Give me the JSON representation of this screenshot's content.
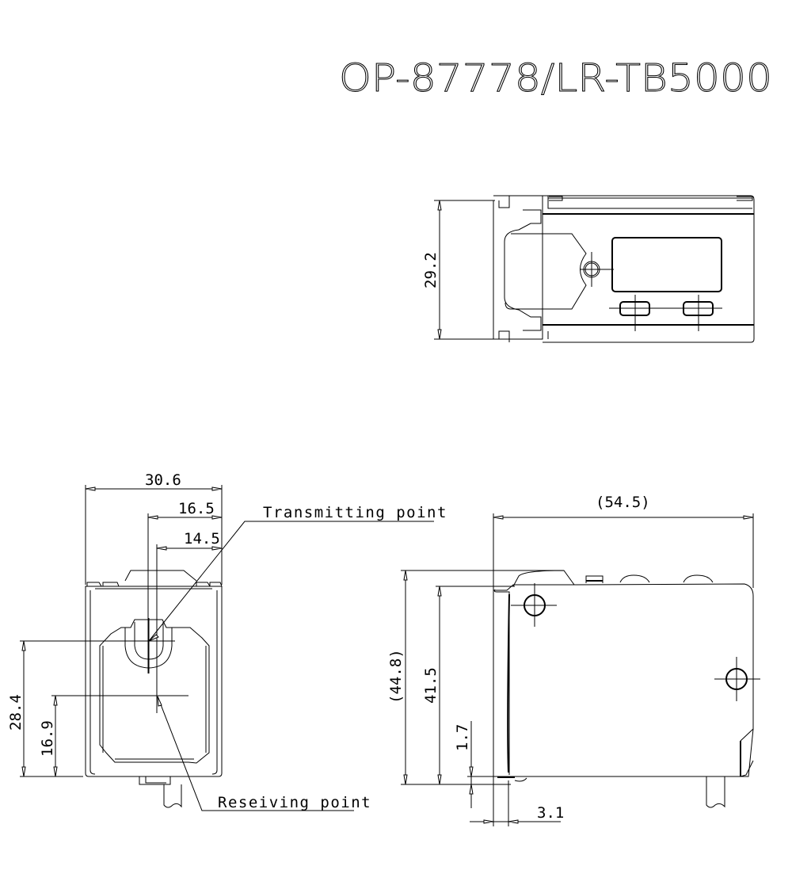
{
  "title": "OP-87778/LR-TB5000",
  "top_view": {
    "height_dim": "29.2"
  },
  "front_view": {
    "width_dim": "30.6",
    "transmit_offset_dim": "16.5",
    "receive_offset_dim": "14.5",
    "transmit_height_dim": "28.4",
    "receive_height_dim": "16.9",
    "transmitting_label": "Transmitting point",
    "receiving_label": "Reseiving point"
  },
  "side_view": {
    "length_dim": "(54.5)",
    "overall_height_dim": "(44.8)",
    "body_height_dim": "41.5",
    "base_offset_dim": "1.7",
    "plate_thickness_dim": "3.1"
  }
}
